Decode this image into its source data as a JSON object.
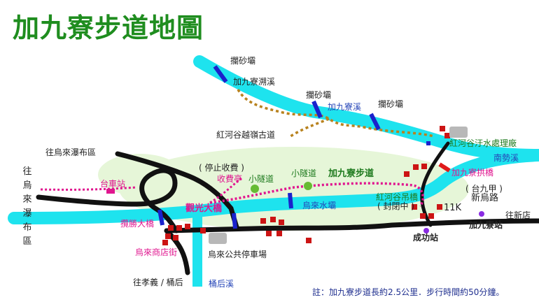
{
  "title": "加九寮步道地圖",
  "colors": {
    "title": "#1f8d1f",
    "river": "#1ee3ee",
    "road": "#111111",
    "weir": "#1a22cc",
    "ancient_trail": "#b8821e",
    "trail": "#e0168f",
    "building": "#cc1414",
    "label_blue": "#2646b8",
    "label_pink": "#e0168f",
    "label_green": "#1e7a1e"
  },
  "labels": {
    "weir_1": "攔砂壩",
    "stream_upper": "加九寮溯溪",
    "weir_2": "攔砂壩",
    "stream_jiajiuliao": "加九寮溪",
    "weir_3": "攔砂壩",
    "ancient_trail": "紅河谷越嶺古道",
    "sewage_plant": "紅河谷汙水處理廠",
    "nanshi_creek": "南勢溪",
    "to_waterfall": "往烏來瀑布區",
    "toll_stopped": "( 停止收費 )",
    "toll_booth": "收費亭",
    "small_tunnel_1": "小隧道",
    "small_tunnel_2": "小隧道",
    "trail_name": "加九寮步道",
    "arch_bridge": "加九寮拱橋",
    "tai9": "( 台九甲 )",
    "xinwu_road": "新烏路",
    "suspension_bridge": "紅河谷吊橋",
    "closed": "( 封閉中 )",
    "wulai_dam": "烏來水壩",
    "tour_bridge": "觀光大橋",
    "bus_stop": "台車站",
    "lanshen_bridge": "攬勝大橋",
    "shop_street": "烏來商店街",
    "parking": "烏來公共停車場",
    "to_xiaoyi": "往孝義 / 桶后",
    "tonghou_creek": "桶后溪",
    "k11": "11K",
    "jiajiuliao_station": "加九寮站",
    "chenggong_station": "成功站",
    "to_xindian": "往新店",
    "to_wulai_vertical": "往烏來瀑布區",
    "note": "註：加九寮步道長約2.5公里．步行時間約50分鐘。"
  },
  "icons": {
    "weir": "barrier-bar-icon",
    "station": "station-dot-icon",
    "tunnel": "tunnel-icon",
    "building": "building-block-icon"
  }
}
